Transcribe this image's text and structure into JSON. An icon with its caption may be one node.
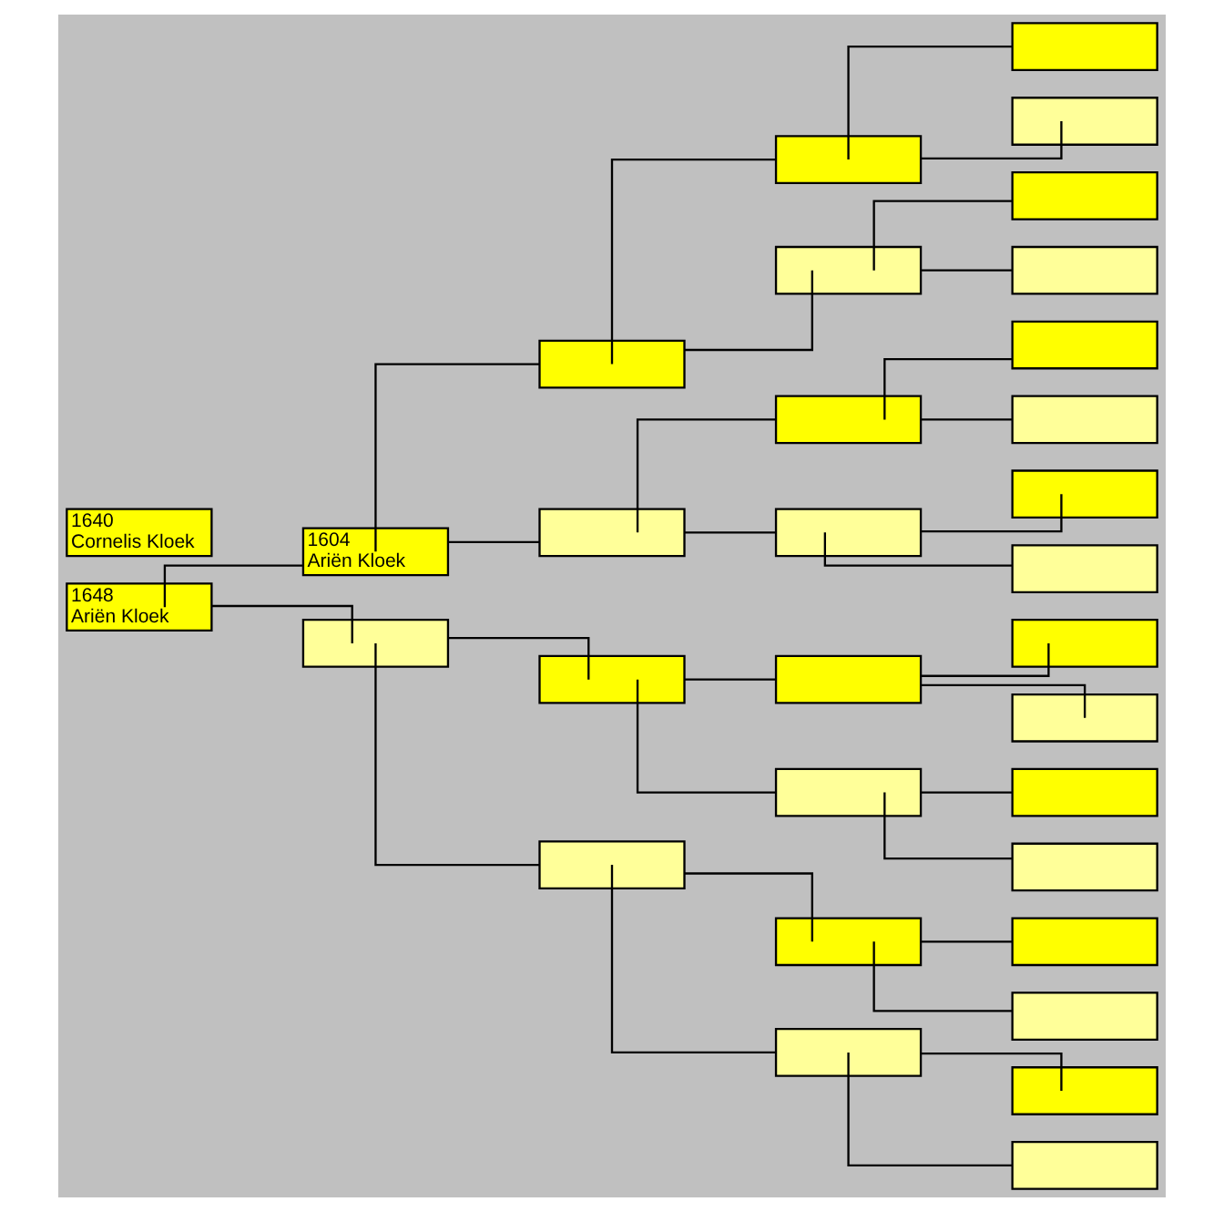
{
  "diagram": {
    "nodes": [
      {
        "text": [
          "1640",
          "Cornelis Kloek"
        ]
      },
      {
        "text": [
          "1648",
          "Ariën Kloek"
        ]
      },
      {
        "text": [
          "1604",
          "Ariën Kloek"
        ]
      },
      {
        "text": [],
        "shape": "box"
      },
      {
        "text": [],
        "shape": "box"
      },
      {
        "text": [],
        "shape": "box"
      },
      {
        "text": [],
        "shape": "box"
      },
      {
        "text": [],
        "shape": "box"
      },
      {
        "text": [],
        "shape": "box"
      },
      {
        "text": [],
        "shape": "box"
      },
      {
        "text": [],
        "shape": "box"
      },
      {
        "text": [],
        "shape": "box"
      },
      {
        "text": [],
        "shape": "box"
      },
      {
        "text": [],
        "shape": "box"
      },
      {
        "text": [],
        "shape": "box"
      },
      {
        "text": [],
        "shape": "box"
      },
      {
        "text": [],
        "shape": "box"
      },
      {
        "text": [],
        "shape": "box"
      },
      {
        "text": [],
        "shape": "box"
      },
      {
        "text": [],
        "shape": "box"
      },
      {
        "text": [],
        "shape": "box"
      },
      {
        "text": [],
        "shape": "box"
      },
      {
        "text": [],
        "shape": "box"
      },
      {
        "text": [],
        "shape": "box"
      },
      {
        "text": [],
        "shape": "box"
      },
      {
        "text": [],
        "shape": "box"
      },
      {
        "text": [],
        "shape": "box"
      },
      {
        "text": [],
        "shape": "box"
      },
      {
        "text": [],
        "shape": "box"
      },
      {
        "text": [],
        "shape": "box"
      },
      {
        "text": [],
        "shape": "box"
      },
      {
        "text": [],
        "shape": "box"
      }
    ],
    "edges": [
      {
        "from": 1,
        "to": 2,
        "arrow": "none"
      },
      {
        "from": 1,
        "to": 3,
        "arrow": "none"
      },
      {
        "from": 2,
        "to": 4,
        "arrow": "none"
      },
      {
        "from": 2,
        "to": 5,
        "arrow": "none"
      },
      {
        "from": 3,
        "to": 6,
        "arrow": "none"
      },
      {
        "from": 3,
        "to": 7,
        "arrow": "none"
      },
      {
        "from": 4,
        "to": 8,
        "arrow": "none"
      },
      {
        "from": 4,
        "to": 9,
        "arrow": "none"
      },
      {
        "from": 5,
        "to": 10,
        "arrow": "none"
      },
      {
        "from": 5,
        "to": 11,
        "arrow": "none"
      },
      {
        "from": 6,
        "to": 12,
        "arrow": "none"
      },
      {
        "from": 6,
        "to": 13,
        "arrow": "none"
      },
      {
        "from": 7,
        "to": 14,
        "arrow": "none"
      },
      {
        "from": 7,
        "to": 15,
        "arrow": "none"
      },
      {
        "from": 8,
        "to": 16,
        "arrow": "none"
      },
      {
        "from": 8,
        "to": 17,
        "arrow": "none"
      },
      {
        "from": 9,
        "to": 18,
        "arrow": "none"
      },
      {
        "from": 9,
        "to": 19,
        "arrow": "none"
      },
      {
        "from": 10,
        "to": 20,
        "arrow": "none"
      },
      {
        "from": 10,
        "to": 21,
        "arrow": "none"
      },
      {
        "from": 11,
        "to": 22,
        "arrow": "none"
      },
      {
        "from": 11,
        "to": 23,
        "arrow": "none"
      },
      {
        "from": 12,
        "to": 24,
        "arrow": "none"
      },
      {
        "from": 12,
        "to": 25,
        "arrow": "none"
      },
      {
        "from": 13,
        "to": 26,
        "arrow": "none"
      },
      {
        "from": 13,
        "to": 27,
        "arrow": "none"
      },
      {
        "from": 14,
        "to": 28,
        "arrow": "none"
      },
      {
        "from": 14,
        "to": 29,
        "arrow": "none"
      },
      {
        "from": 15,
        "to": 30,
        "arrow": "none"
      },
      {
        "from": 15,
        "to": 31,
        "arrow": "none"
      }
    ]
  }
}
